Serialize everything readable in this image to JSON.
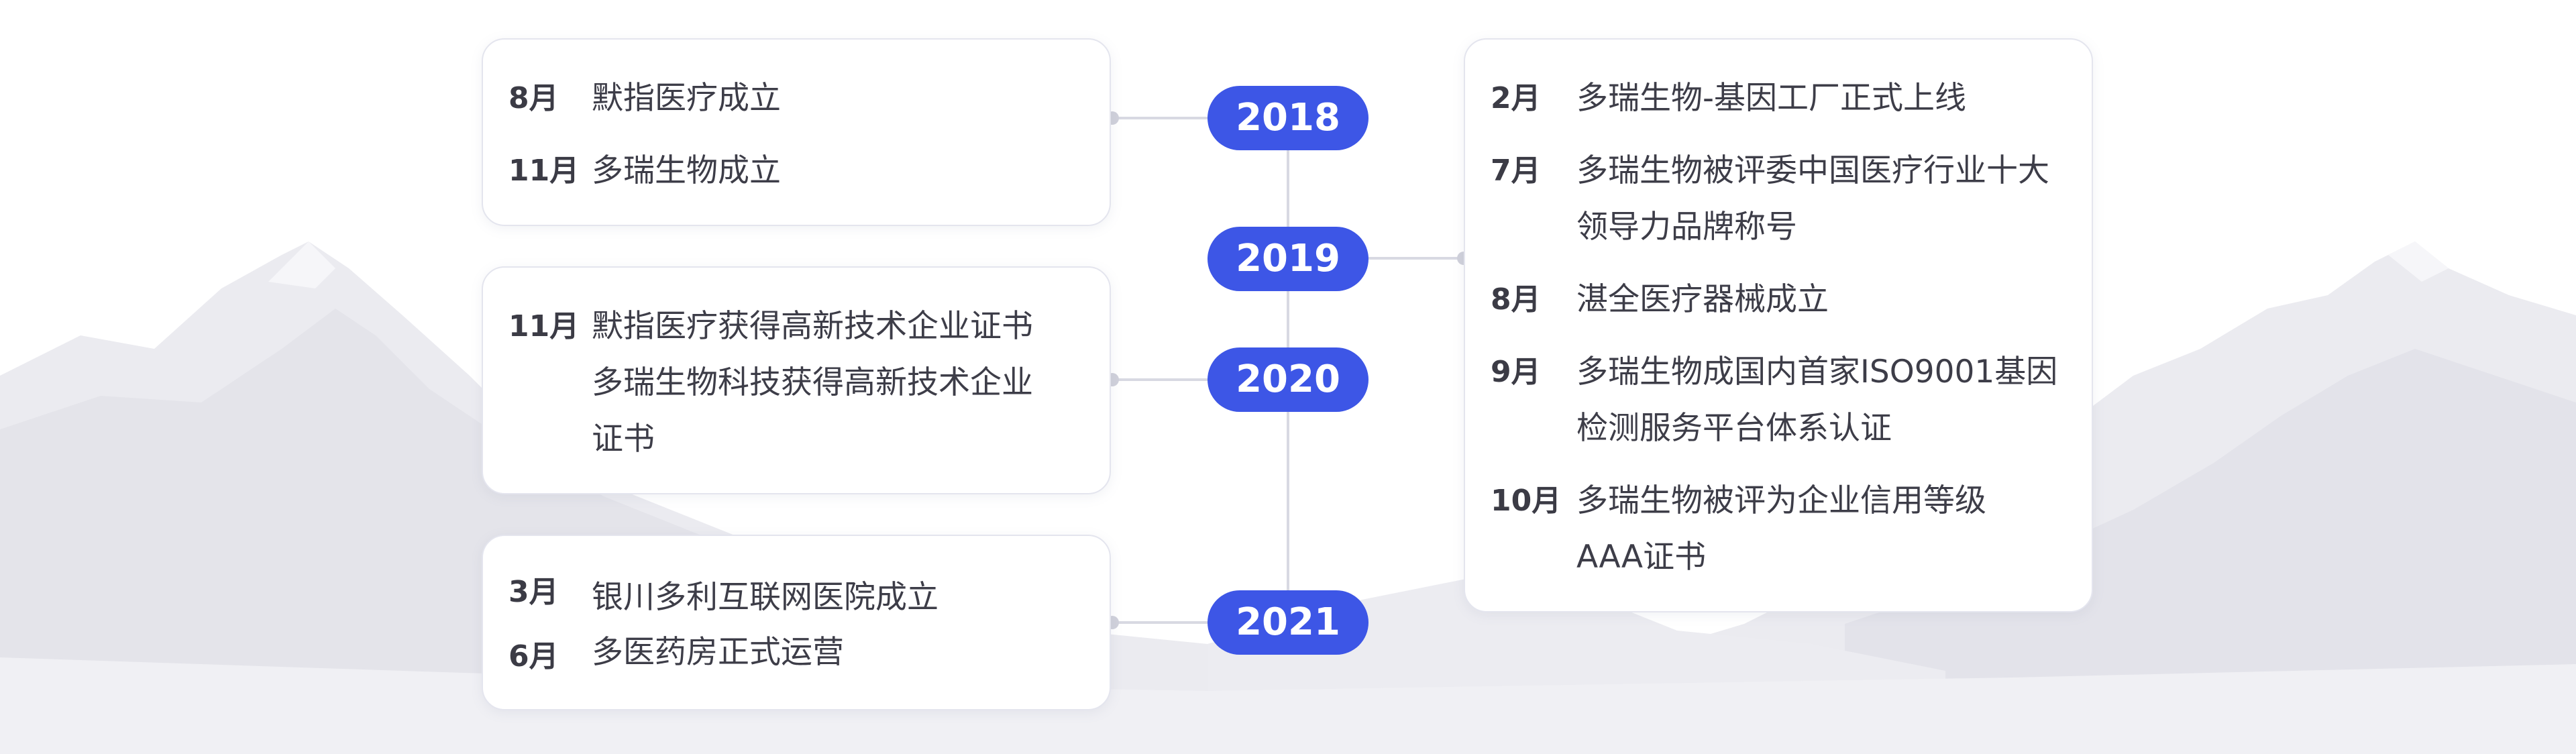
{
  "timeline": {
    "years": [
      "2018",
      "2019",
      "2020",
      "2021"
    ],
    "card_2018": {
      "entries": [
        {
          "month": "8月",
          "lines": [
            "默指医疗成立"
          ]
        },
        {
          "month": "11月",
          "lines": [
            "多瑞生物成立"
          ]
        }
      ]
    },
    "card_2020": {
      "entries": [
        {
          "month": "11月",
          "lines": [
            "默指医疗获得高新技术企业证书",
            "多瑞生物科技获得高新技术企业",
            "证书"
          ]
        }
      ]
    },
    "card_2021": {
      "entries": [
        {
          "month": "3月",
          "lines": [
            "银川多利互联网医院成立"
          ]
        },
        {
          "month": "6月",
          "lines": [
            "多医药房正式运营"
          ]
        }
      ]
    },
    "card_2019": {
      "entries": [
        {
          "month": "2月",
          "lines": [
            "多瑞生物-基因工厂正式上线"
          ]
        },
        {
          "month": "7月",
          "lines": [
            "多瑞生物被评委中国医疗行业十大",
            "领导力品牌称号"
          ]
        },
        {
          "month": "8月",
          "lines": [
            "湛全医疗器械成立"
          ]
        },
        {
          "month": "9月",
          "lines": [
            "多瑞生物成国内首家ISO9001基因",
            "检测服务平台体系认证"
          ]
        },
        {
          "month": "10月",
          "lines": [
            "多瑞生物被评为企业信用等级",
            "AAA证书"
          ]
        }
      ]
    }
  }
}
